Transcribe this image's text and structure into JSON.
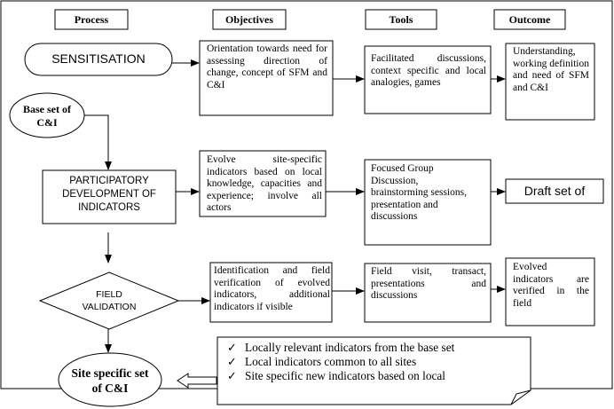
{
  "headers": {
    "process": "Process",
    "objectives": "Objectives",
    "tools": "Tools",
    "outcome": "Outcome"
  },
  "process": {
    "sensitisation": "SENSITISATION",
    "base_set": "Base set of C&I",
    "participatory": "PARTICIPATORY DEVELOPMENT OF INDICATORS",
    "field_validation": "FIELD VALIDATION",
    "site_specific": "Site specific set of C&I"
  },
  "objectives": {
    "row1": "Orientation towards need for assessing direction of change, concept of SFM and C&I",
    "row2": "Evolve site-specific indicators based on local knowledge, capacities and experience; involve all actors",
    "row3": "Identification and field verification of evolved indicators, additional indicators if visible"
  },
  "tools": {
    "row1": "Facilitated discussions, context specific and local analogies, games",
    "row2": "Focused Group Discussion, brainstorming sessions, presentation and discussions",
    "row3": "Field visit, transact, presentations and discussions"
  },
  "outcome": {
    "row1": "Understanding, working definition and need of SFM and C&I",
    "row2": "Draft set of",
    "row3": "Evolved indicators are verified in the field"
  },
  "checklist": {
    "check_icon": "check-icon",
    "items": [
      "Locally relevant indicators from the base set",
      "Local indicators common to all sites",
      "Site specific new indicators based on local"
    ]
  }
}
